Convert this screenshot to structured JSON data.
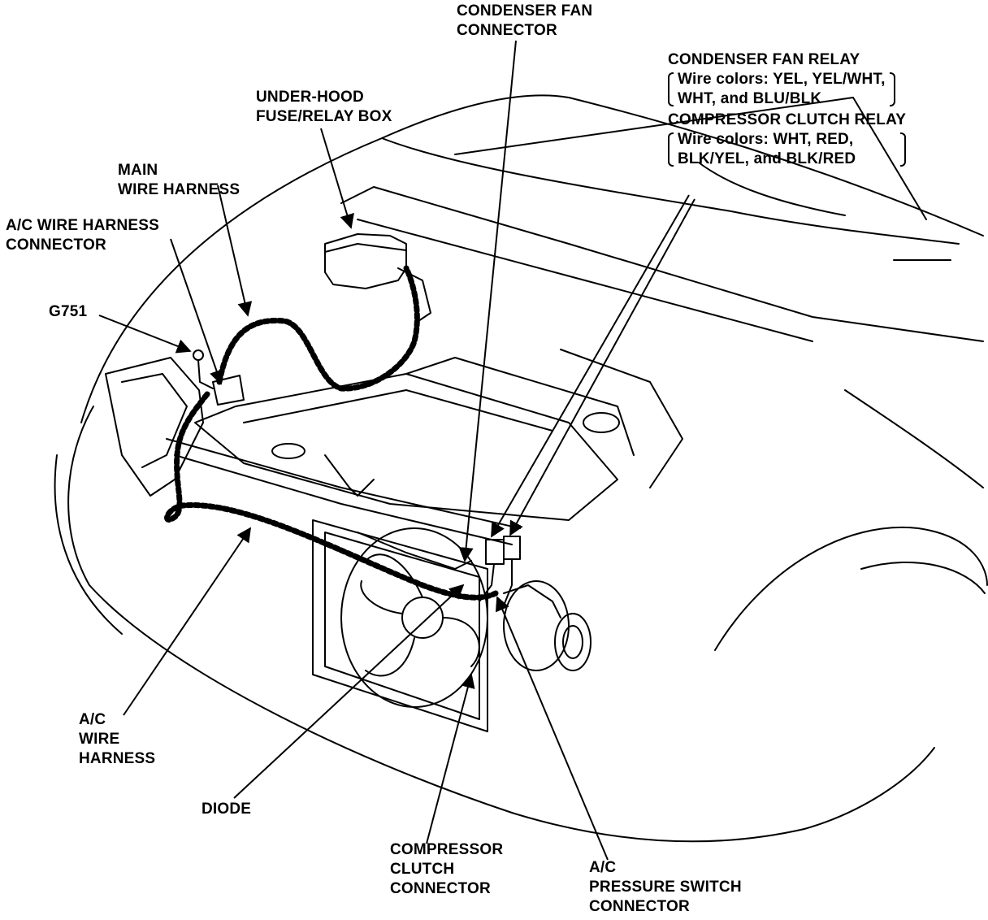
{
  "labels": {
    "condenser_fan_connector": [
      "CONDENSER FAN",
      "CONNECTOR"
    ],
    "condenser_fan_relay": {
      "title": "CONDENSER FAN RELAY",
      "note": [
        "Wire colors: YEL, YEL/WHT,",
        "WHT, and BLU/BLK"
      ]
    },
    "compressor_clutch_relay": {
      "title": "COMPRESSOR CLUTCH RELAY",
      "note": [
        "Wire colors: WHT, RED,",
        "BLK/YEL, and BLK/RED"
      ]
    },
    "under_hood_box": [
      "UNDER-HOOD",
      "FUSE/RELAY BOX"
    ],
    "main_wire_harness": [
      "MAIN",
      "WIRE HARNESS"
    ],
    "ac_wire_harness_connector": [
      "A/C WIRE HARNESS",
      "CONNECTOR"
    ],
    "ground": "G751",
    "ac_wire_harness": [
      "A/C",
      "WIRE",
      "HARNESS"
    ],
    "diode": "DIODE",
    "compressor_clutch_connector": [
      "COMPRESSOR",
      "CLUTCH",
      "CONNECTOR"
    ],
    "ac_pressure_switch_connector": [
      "A/C",
      "PRESSURE SWITCH",
      "CONNECTOR"
    ]
  }
}
